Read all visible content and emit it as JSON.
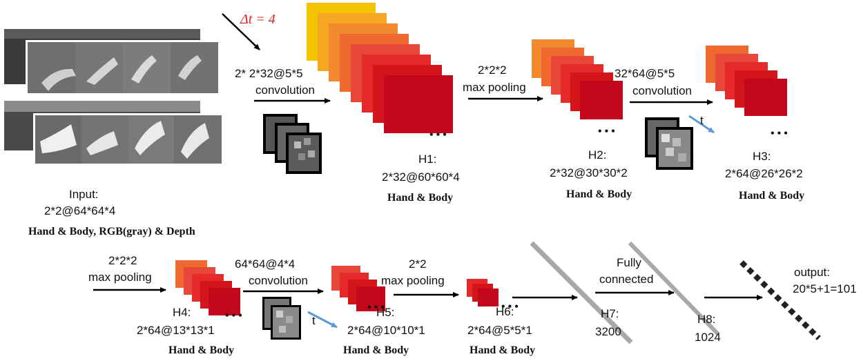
{
  "delta_label": "Δt = 4",
  "input": {
    "title": "Input:",
    "dims": "2*2@64*64*4",
    "caption": "Hand & Body, RGB(gray) & Depth"
  },
  "ops": {
    "conv1_line1": "2* 2*32@5*5",
    "conv1_line2": "convolution",
    "pool1_line1": "2*2*2",
    "pool1_line2": "max pooling",
    "conv2_line1": "32*64@5*5",
    "conv2_line2": "convolution",
    "pool2_line1": "2*2*2",
    "pool2_line2": "max pooling",
    "conv3_line1": "64*64@4*4",
    "conv3_line2": "convolution",
    "pool3_line1": "2*2",
    "pool3_line2": "max pooling",
    "fc_line1": "Fully",
    "fc_line2": "connected"
  },
  "layers": {
    "h1": {
      "name": "H1:",
      "dims": "2*32@60*60*4",
      "caption": "Hand & Body"
    },
    "h2": {
      "name": "H2:",
      "dims": "2*32@30*30*2",
      "caption": "Hand & Body"
    },
    "h3": {
      "name": "H3:",
      "dims": "2*64@26*26*2",
      "caption": "Hand & Body"
    },
    "h4": {
      "name": "H4:",
      "dims": "2*64@13*13*1",
      "caption": "Hand & Body"
    },
    "h5": {
      "name": "H5:",
      "dims": "2*64@10*10*1",
      "caption": "Hand & Body"
    },
    "h6": {
      "name": "H6:",
      "dims": "2*64@5*5*1",
      "caption": "Hand & Body"
    },
    "h7": {
      "name": "H7:",
      "dims": "3200"
    },
    "h8": {
      "name": "H8:",
      "dims": "1024"
    }
  },
  "output": {
    "title": "output:",
    "dims": "20*5+1=101"
  },
  "t_label": "t",
  "ellipsis": "• • •",
  "colors": {
    "stack": [
      "#f5c400",
      "#f5a623",
      "#f28a30",
      "#f06a30",
      "#e8473a",
      "#e42a2a",
      "#d4151c",
      "#c2081a"
    ],
    "delta": "#e02020",
    "t_arrow": "#5b9bd5"
  }
}
